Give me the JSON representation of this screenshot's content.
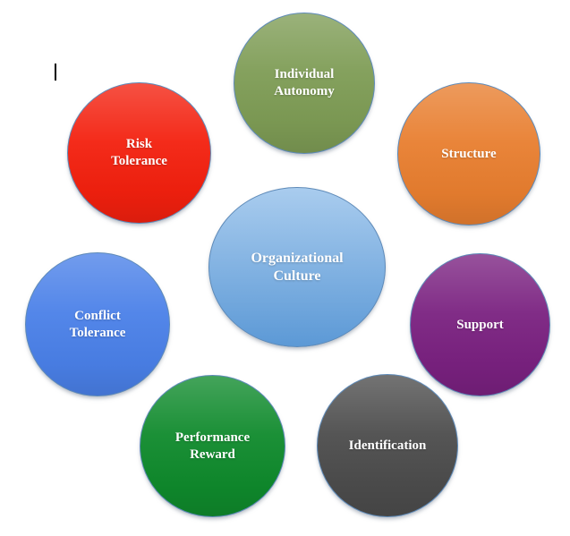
{
  "diagram": {
    "background": "#FFFFFF",
    "border_color": "#5E8AB8",
    "text_color": "#FFFFFF",
    "text_cursor_visible": true,
    "center": {
      "id": "organizational-culture",
      "lines": [
        "Organizational",
        "Culture"
      ],
      "gradient_top": "#A9CCEE",
      "gradient_bottom": "#5C99D6"
    },
    "satellites": [
      {
        "id": "individual-autonomy",
        "lines": [
          "Individual",
          "Autonomy"
        ],
        "color": "#7E9C55"
      },
      {
        "id": "structure",
        "lines": [
          "Structure"
        ],
        "color": "#E87E2F"
      },
      {
        "id": "support",
        "lines": [
          "Support"
        ],
        "color": "#7A2180"
      },
      {
        "id": "identification",
        "lines": [
          "Identification"
        ],
        "color": "#4C4C4C"
      },
      {
        "id": "performance-reward",
        "lines": [
          "Performance",
          "Reward"
        ],
        "color": "#0F8A2C"
      },
      {
        "id": "conflict-tolerance",
        "lines": [
          "Conflict",
          "Tolerance"
        ],
        "color": "#4A80E8"
      },
      {
        "id": "risk-tolerance",
        "lines": [
          "Risk",
          "Tolerance"
        ],
        "color": "#F3200E"
      }
    ]
  }
}
